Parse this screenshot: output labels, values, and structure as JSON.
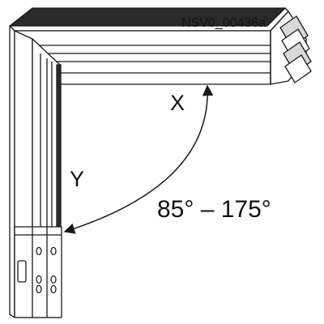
{
  "diagram": {
    "reference_code": "NSV0_00436a",
    "label_x": "X",
    "label_y": "Y",
    "angle_range": "85° – 175°"
  },
  "colors": {
    "line": "#1a1a1a",
    "fill": "#ffffff",
    "shade": "#d9d9d9",
    "dark_edge": "#2b2b2b"
  }
}
